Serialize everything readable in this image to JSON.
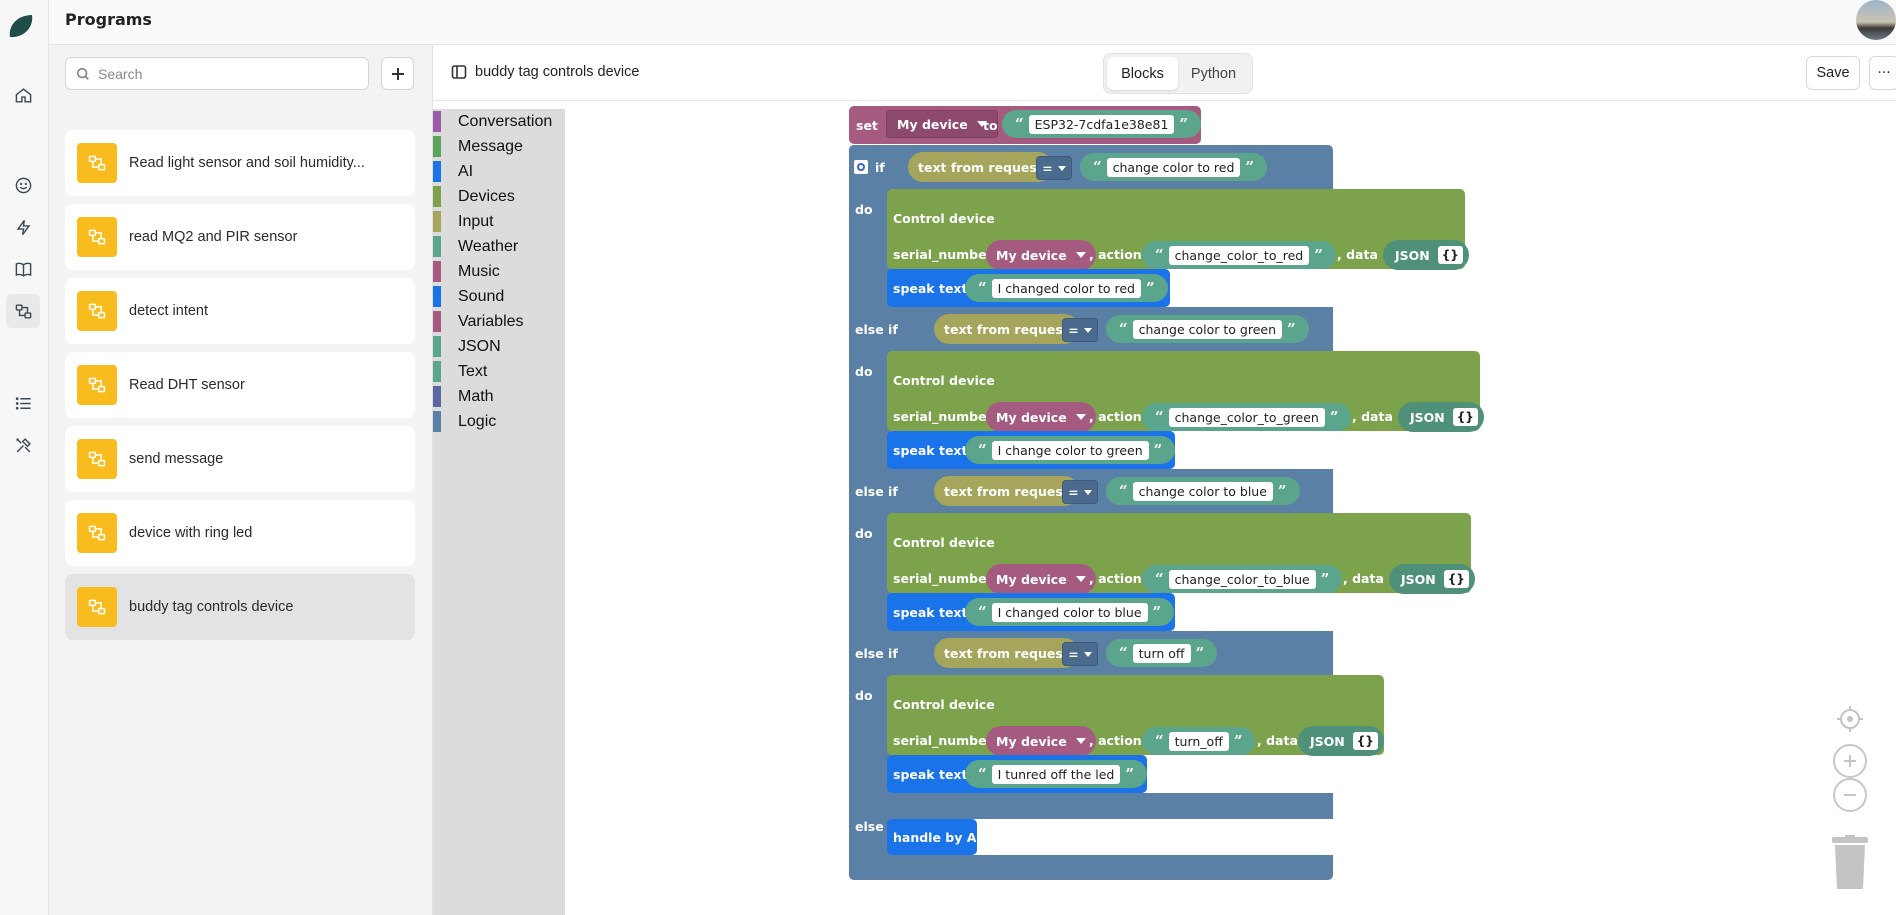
{
  "app": {
    "title": "Programs"
  },
  "rail": {
    "items": [
      "home-icon",
      "smiley-icon",
      "bolt-icon",
      "book-icon",
      "programs-icon",
      "list-icon",
      "tools-icon"
    ]
  },
  "search": {
    "placeholder": "Search"
  },
  "programs": [
    {
      "label": "Read light sensor and soil humidity..."
    },
    {
      "label": "read MQ2 and PIR sensor"
    },
    {
      "label": "detect intent"
    },
    {
      "label": "Read DHT sensor"
    },
    {
      "label": "send message"
    },
    {
      "label": "device with ring led"
    },
    {
      "label": "buddy tag controls device",
      "selected": true
    }
  ],
  "editor": {
    "program_title": "buddy tag controls device",
    "tabs": [
      "Blocks",
      "Python"
    ],
    "active_tab": "Blocks",
    "save_label": "Save",
    "more_label": "···"
  },
  "toolbox": [
    {
      "label": "Conversation",
      "color": "#9a5ca6"
    },
    {
      "label": "Message",
      "color": "#5ba55b"
    },
    {
      "label": "AI",
      "color": "#1a73e8"
    },
    {
      "label": "Devices",
      "color": "#7ca34c"
    },
    {
      "label": "Input",
      "color": "#a5a55b"
    },
    {
      "label": "Weather",
      "color": "#5ba58c"
    },
    {
      "label": "Music",
      "color": "#a55b80"
    },
    {
      "label": "Sound",
      "color": "#1a73e8"
    },
    {
      "label": "Variables",
      "color": "#a55b80"
    },
    {
      "label": "JSON",
      "color": "#5ba58c"
    },
    {
      "label": "Text",
      "color": "#5ba58c"
    },
    {
      "label": "Math",
      "color": "#5b67a5"
    },
    {
      "label": "Logic",
      "color": "#5b80a5"
    }
  ],
  "blocks": {
    "set_label": "set",
    "var_name": "My device",
    "to_label": "to",
    "device_id": "ESP32-7cdfa1e38e81",
    "if_label": "if",
    "else_if_label": "else if",
    "else_label": "else",
    "do_label": "do",
    "text_from_request": "text from request",
    "eq": "=",
    "control_device": "Control device",
    "serial_number": "serial_number",
    "action_label": ", action",
    "data_label": ", data",
    "json_label": "JSON",
    "json_value": "{}",
    "speak_label": "speak  text",
    "handle_by_ai": "handle by AI",
    "branches": [
      {
        "condition": "change color to red",
        "action": "change_color_to_red",
        "speech": "I changed color to red"
      },
      {
        "condition": "change color to green",
        "action": "change_color_to_green",
        "speech": "I change color to green"
      },
      {
        "condition": "change color to blue",
        "action": "change_color_to_blue",
        "speech": "I changed color to blue"
      },
      {
        "condition": "turn off",
        "action": "turn_off",
        "speech": "I tunred off the led"
      }
    ]
  },
  "colors": {
    "logic": "#5b80a5",
    "variables": "#a55b80",
    "devices": "#7ca34c",
    "ai": "#1a73e8",
    "text": "#5ba58c",
    "input": "#a5a55b",
    "program_icon": "#f9bc1f"
  }
}
